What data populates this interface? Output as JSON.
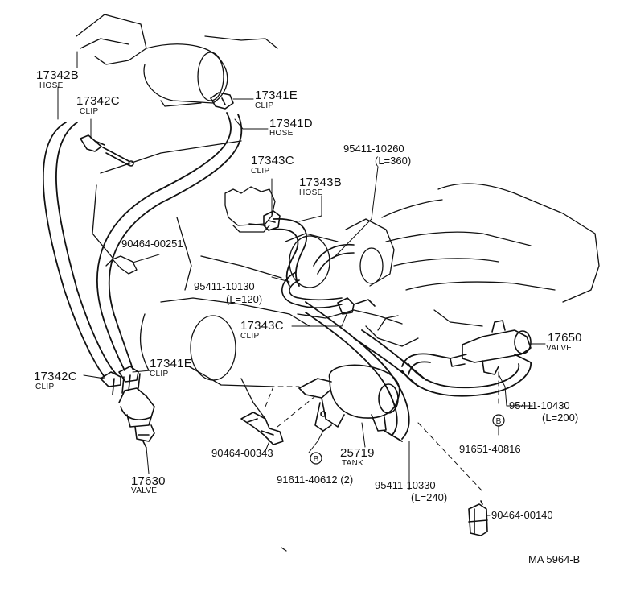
{
  "parts": {
    "p17342B": {
      "number": "17342B",
      "desc": "HOSE"
    },
    "p17342C_top": {
      "number": "17342C",
      "desc": "CLIP"
    },
    "p17341E_top": {
      "number": "17341E",
      "desc": "CLIP"
    },
    "p17341D": {
      "number": "17341D",
      "desc": "HOSE"
    },
    "p17343C_top": {
      "number": "17343C",
      "desc": "CLIP"
    },
    "p17343B": {
      "number": "17343B",
      "desc": "HOSE"
    },
    "p95411_10260": {
      "number": "95411-10260",
      "desc": "(L=360)"
    },
    "p90464_00251": {
      "number": "90464-00251"
    },
    "p95411_10130": {
      "number": "95411-10130",
      "desc": "(L=120)"
    },
    "p17343C_bot": {
      "number": "17343C",
      "desc": "CLIP"
    },
    "p17650": {
      "number": "17650",
      "desc": "VALVE"
    },
    "p17342C_bot": {
      "number": "17342C",
      "desc": "CLIP"
    },
    "p17341E_bot": {
      "number": "17341E",
      "desc": "CLIP"
    },
    "p95411_10430": {
      "number": "95411-10430",
      "desc": "(L=200)"
    },
    "p91651_40816": {
      "number": "91651-40816",
      "marker": "B"
    },
    "p90464_00343": {
      "number": "90464-00343"
    },
    "p25719": {
      "number": "25719",
      "desc": "TANK"
    },
    "p91611_40612": {
      "number": "91611-40612 (2)",
      "marker": "B"
    },
    "p95411_10330": {
      "number": "95411-10330",
      "desc": "(L=240)"
    },
    "p17630": {
      "number": "17630",
      "desc": "VALVE"
    },
    "p90464_00140": {
      "number": "90464-00140"
    }
  },
  "drawing_code": "MA 5964-B"
}
